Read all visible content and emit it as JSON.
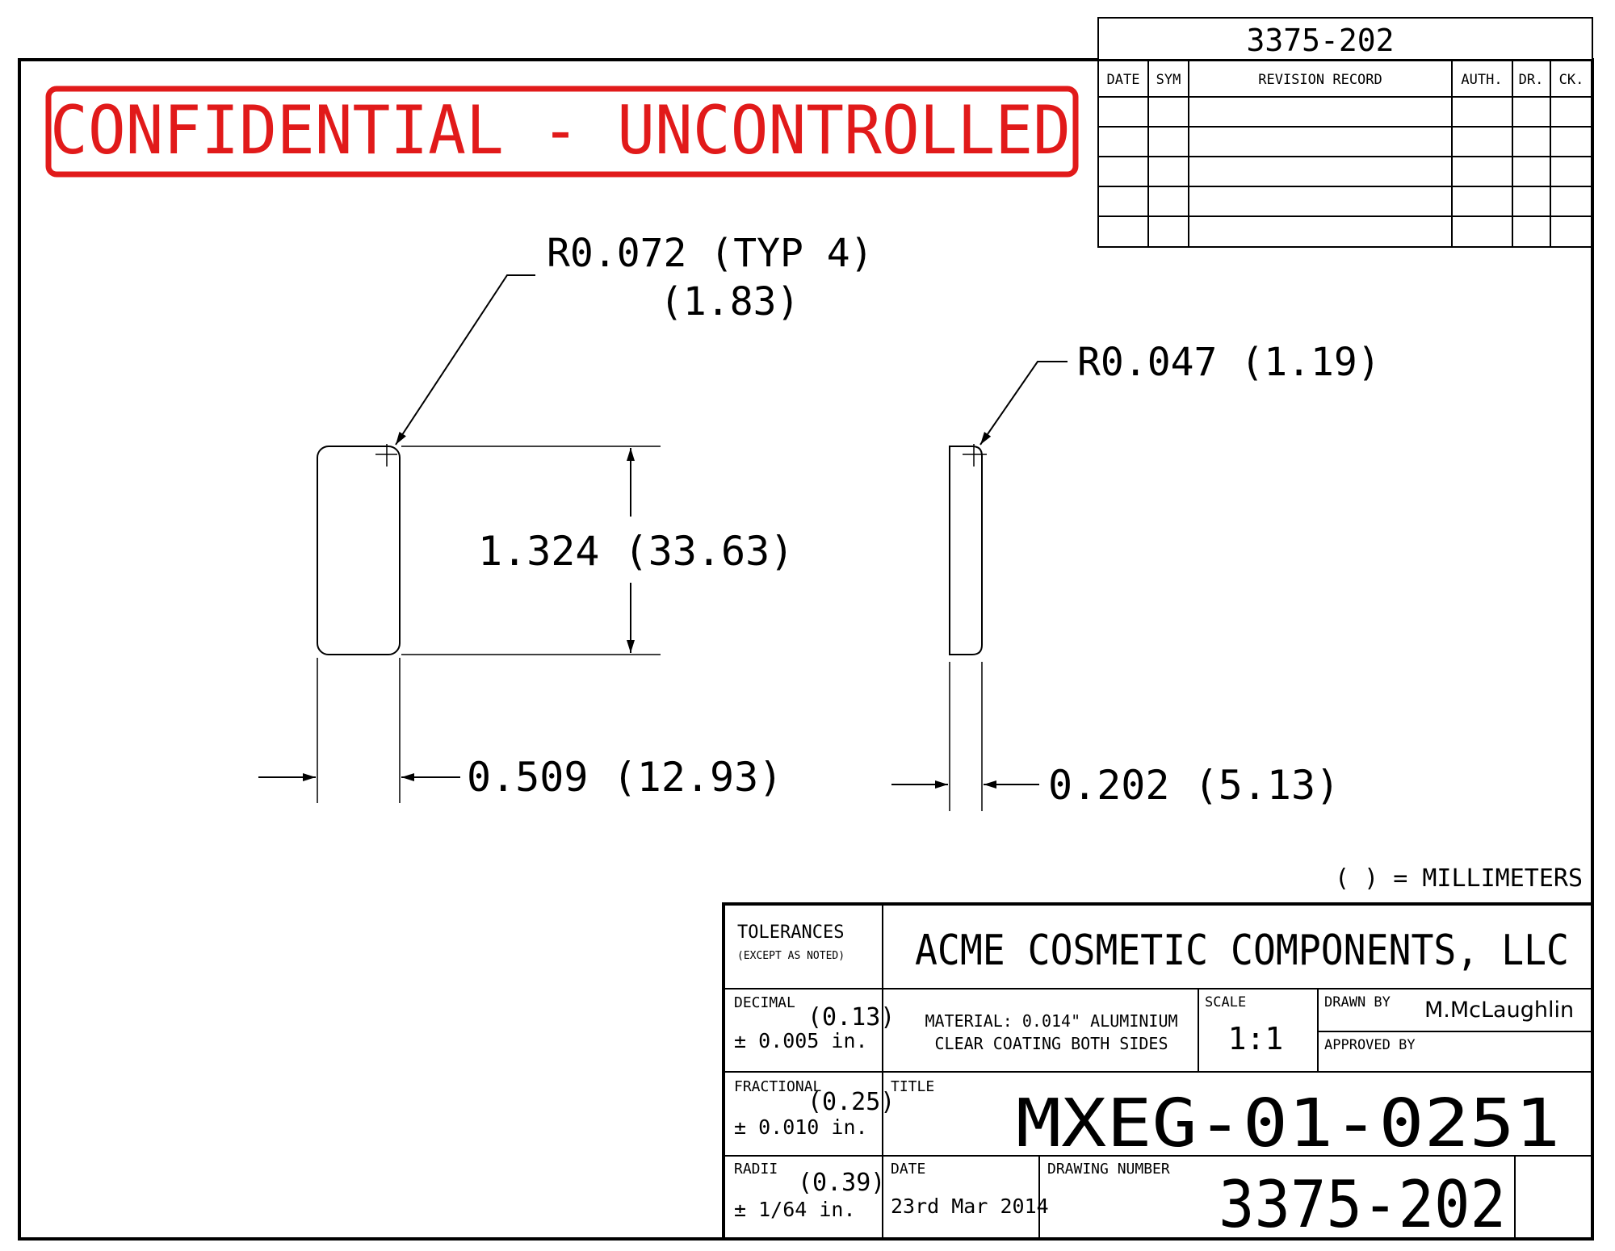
{
  "header": {
    "drawing_number_top": "3375-202",
    "revision_columns": [
      "DATE",
      "SYM",
      "REVISION RECORD",
      "AUTH.",
      "DR.",
      "CK."
    ]
  },
  "stamp": {
    "text": "CONFIDENTIAL - UNCONTROLLED",
    "color": "#e11a1a"
  },
  "dimensions": {
    "corner_radius_front": "R0.072 (TYP 4)",
    "corner_radius_front_mm": "(1.83)",
    "corner_radius_side": "R0.047 (1.19)",
    "height": "1.324 (33.63)",
    "width": "0.509 (12.93)",
    "thickness": "0.202 (5.13)",
    "units_note": "( ) = MILLIMETERS"
  },
  "title_block": {
    "tolerances_label": "TOLERANCES",
    "except_label": "(EXCEPT AS NOTED)",
    "company": "ACME COSMETIC COMPONENTS, LLC",
    "decimal_label": "DECIMAL",
    "decimal_mm": "(0.13)",
    "decimal_value": "± 0.005 in.",
    "material_line1": "MATERIAL: 0.014\" ALUMINIUM",
    "material_line2": "CLEAR COATING BOTH SIDES",
    "scale_label": "SCALE",
    "scale_value": "1:1",
    "drawn_by_label": "DRAWN BY",
    "drawn_by_value": "M.McLaughlin",
    "approved_by_label": "APPROVED BY",
    "fractional_label": "FRACTIONAL",
    "fractional_mm": "(0.25)",
    "fractional_value": "± 0.010 in.",
    "title_label": "TITLE",
    "title_value": "MXEG-01-0251",
    "radii_label": "RADII",
    "radii_mm": "(0.39)",
    "radii_value": "± 1/64 in.",
    "date_label": "DATE",
    "date_value": "23rd Mar 2014",
    "drawing_number_label": "DRAWING NUMBER",
    "drawing_number_value": "3375-202"
  }
}
